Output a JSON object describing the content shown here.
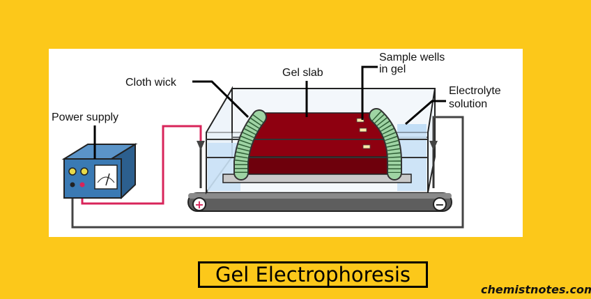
{
  "title": "Gel Electrophoresis",
  "watermark": "chemistnotes.com",
  "labels": {
    "power_supply": "Power supply",
    "cloth_wick": "Cloth wick",
    "gel_slab": "Gel slab",
    "sample_wells_line1": "Sample wells",
    "sample_wells_line2": "in gel",
    "electrolyte_line1": "Electrolyte",
    "electrolyte_line2": "solution"
  },
  "terminals": {
    "positive": "+",
    "negative": "−"
  },
  "colors": {
    "background": "#FCC81A",
    "gel": "#8E0010",
    "buffer": "#B9D9F5",
    "wick": "#9FD4A4",
    "power_supply_body": "#3A7AB4",
    "positive_wire": "#D8245A",
    "negative_wire": "#444444"
  }
}
